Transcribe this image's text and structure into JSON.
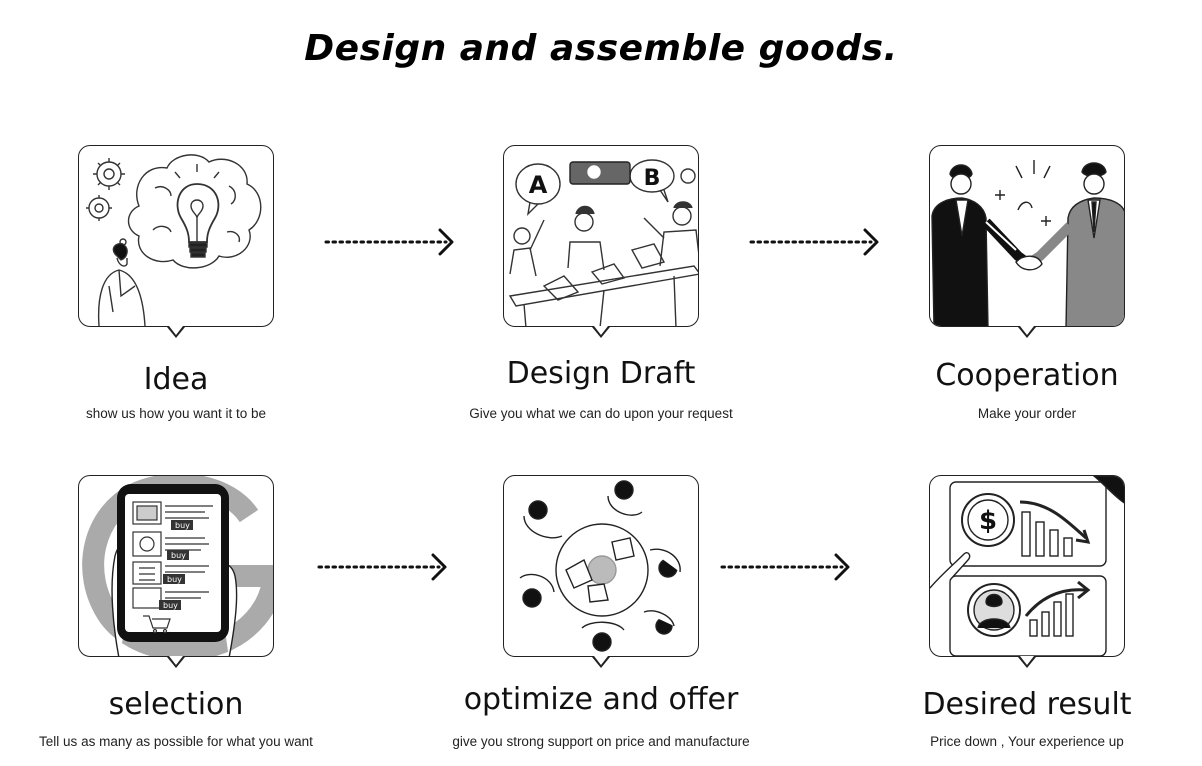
{
  "title": "Design and assemble goods.",
  "steps": [
    {
      "title": "Idea",
      "description": "show us how you want it to be",
      "icon": "lightbulb-thinking-icon"
    },
    {
      "title": "Design Draft",
      "description": "Give you what we can do upon your request",
      "icon": "team-meeting-icon"
    },
    {
      "title": "Cooperation",
      "description": "Make your order",
      "icon": "handshake-icon"
    },
    {
      "title": "selection",
      "description": "Tell us as many as possible for what you want",
      "icon": "phone-shopping-icon"
    },
    {
      "title": "optimize and offer",
      "description": "give you strong support on price and manufacture",
      "icon": "roundtable-icon"
    },
    {
      "title": "Desired result",
      "description": "Price down , Your experience up",
      "icon": "price-down-chart-icon"
    }
  ],
  "labels": {
    "draft_left_bubble": "A",
    "draft_right_bubble": "B",
    "dollar_sign": "$",
    "buy": "buy"
  }
}
